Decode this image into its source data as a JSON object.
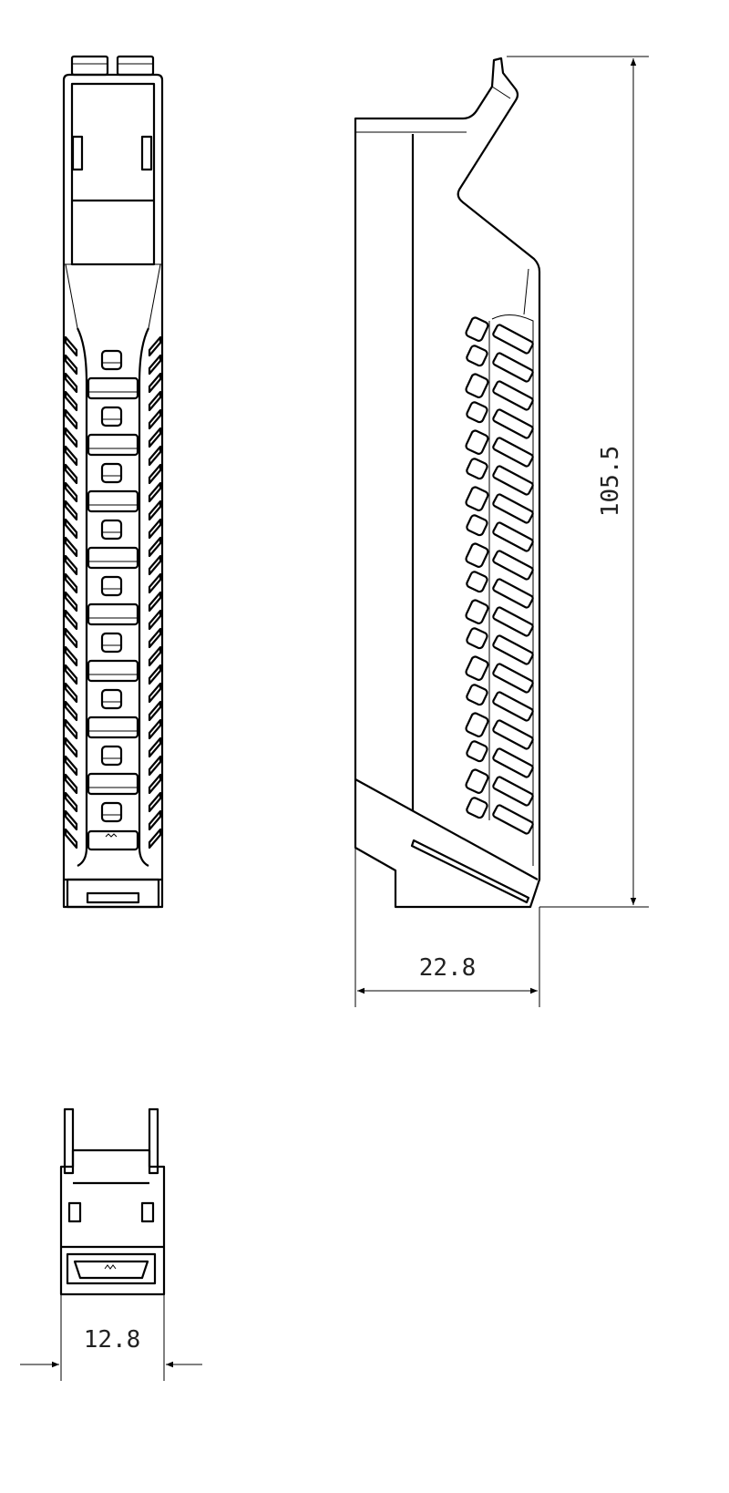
{
  "drawing": {
    "dimensions": {
      "height": "105.5",
      "depth": "22.8",
      "width": "12.8"
    },
    "line_color": "#000000",
    "background": "#ffffff"
  }
}
